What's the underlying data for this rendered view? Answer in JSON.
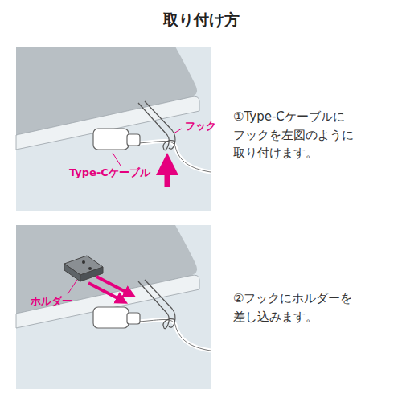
{
  "diagram": {
    "title": "取り付け方",
    "labels": [
      "フック",
      "Type-Cケーブル",
      "①Type-Cケーブルに フックを左図のように 取り付けます。",
      "ホルダー",
      "②フックにホルダーを 差し込みます。"
    ]
  }
}
